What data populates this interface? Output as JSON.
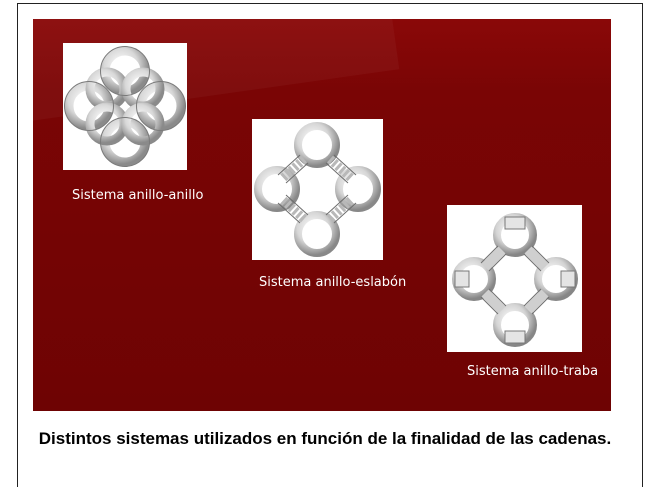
{
  "figure": {
    "items": [
      {
        "caption": "Sistema anillo-anillo",
        "image_icon": "ring-ring-chain-icon"
      },
      {
        "caption": "Sistema anillo-eslabón",
        "image_icon": "ring-link-chain-icon"
      },
      {
        "caption": "Sistema anillo-traba",
        "image_icon": "ring-latch-chain-icon"
      }
    ],
    "caption": "Distintos sistemas utilizados en función de la finalidad de las cadenas."
  },
  "colors": {
    "slide_background": "#6e0303",
    "caption_text": "#ffffff",
    "bottom_caption_text": "#000000"
  }
}
